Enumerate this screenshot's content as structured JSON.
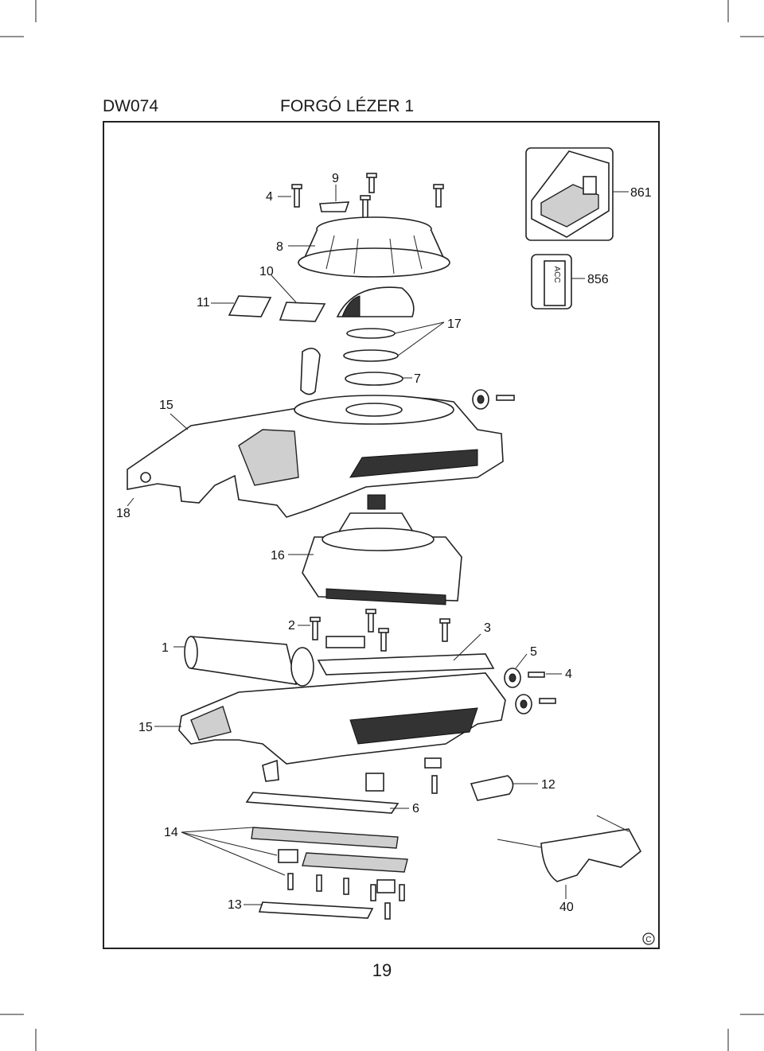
{
  "header": {
    "model": "DW074",
    "title": "FORGÓ LÉZER 1"
  },
  "page_number": "19",
  "copyright_symbol": "C",
  "callouts": {
    "p1": "1",
    "p2": "2",
    "p3": "3",
    "p4a": "4",
    "p4b": "4",
    "p5": "5",
    "p6": "6",
    "p7": "7",
    "p8": "8",
    "p9": "9",
    "p10": "10",
    "p11": "11",
    "p12": "12",
    "p13": "13",
    "p14": "14",
    "p15a": "15",
    "p15b": "15",
    "p16": "16",
    "p17": "17",
    "p18": "18",
    "p40": "40",
    "p856": "856",
    "p861": "861"
  },
  "label_856_letters": "ACC"
}
